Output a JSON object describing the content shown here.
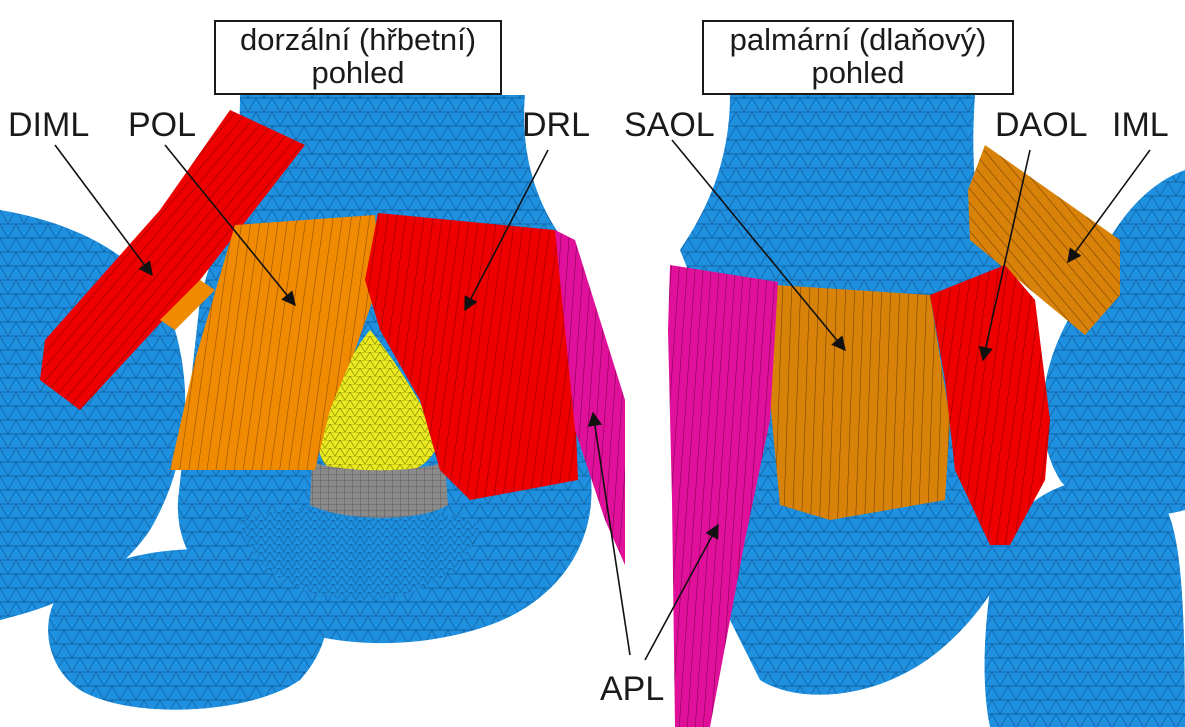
{
  "views": {
    "left": {
      "title_line1": "dorzální (hřbetní)",
      "title_line2": "pohled"
    },
    "right": {
      "title_line1": "palmární (dlaňový)",
      "title_line2": "pohled"
    }
  },
  "labels": {
    "diml": "DIML",
    "pol": "POL",
    "drl": "DRL",
    "saol": "SAOL",
    "daol": "DAOL",
    "iml": "IML",
    "apl": "APL"
  },
  "colors": {
    "bone": "#1f8fdf",
    "mesh": "#0b4f86",
    "red_ligament": "#ee0000",
    "orange_ligament": "#f08a00",
    "dark_orange_ligament": "#d9820a",
    "magenta_ligament": "#e0109a",
    "yellow_component": "#eaea20",
    "grey_component": "#8a8a8a"
  }
}
